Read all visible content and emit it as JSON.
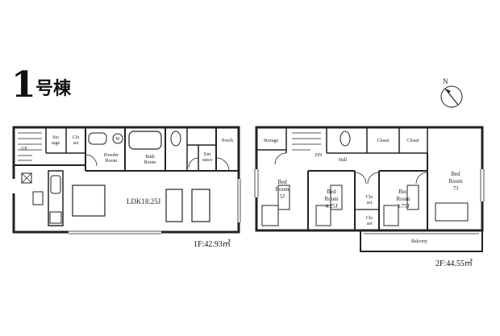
{
  "building": {
    "number": "1",
    "suffix": "号棟"
  },
  "floor1": {
    "area": "1F:42.93㎡",
    "rooms": {
      "storage_a": "Sto",
      "storage_b": "rage",
      "closet_a": "Clo",
      "closet_b": "set",
      "washer": "W",
      "powder_a": "Powder",
      "powder_b": "Room",
      "bath_a": "Bath",
      "bath_b": "Room",
      "porch": "Porch",
      "ent_a": "Ent",
      "ent_b": "rance",
      "ldk": "LDK18.25J",
      "up": "UP"
    }
  },
  "floor2": {
    "area": "2F:44.55㎡",
    "rooms": {
      "storage": "Storage",
      "closet1": "Closet",
      "closet2": "Closet",
      "hall": "Hall",
      "dn": "DN",
      "bed1_a": "Bed",
      "bed1_b": "Room",
      "bed1_c": "5J",
      "bed2_a": "Bed",
      "bed2_b": "Room",
      "bed2_c": "4.25J",
      "bed3_a": "Bed",
      "bed3_b": "Room",
      "bed3_c": "3.75J",
      "bed4_a": "Bed",
      "bed4_b": "Room",
      "bed4_c": "7J",
      "clo_a": "Clo",
      "clo_b": "set",
      "clo2_a": "Clo",
      "clo2_b": "set",
      "balcony": "Balcony"
    }
  },
  "compass": {
    "label": "N"
  }
}
